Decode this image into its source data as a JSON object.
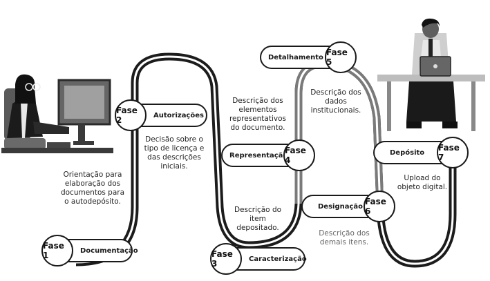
{
  "phases": [
    {
      "id": "1",
      "circle": "Fase 1",
      "label": "Documentação"
    },
    {
      "id": "2",
      "circle": "Fase 2",
      "label": "Autorizações"
    },
    {
      "id": "3",
      "circle": "Fase 3",
      "label": "Caracterização"
    },
    {
      "id": "4",
      "circle": "Fase 4",
      "label": "Representação"
    },
    {
      "id": "5",
      "circle": "Fase 5",
      "label": "Detalhamento"
    },
    {
      "id": "6",
      "circle": "Fase 6",
      "label": "Designação"
    },
    {
      "id": "7",
      "circle": "Fase 7",
      "label": "Depósito"
    }
  ],
  "descriptions": {
    "d1": "Orientação para elaboração dos documentos para o autodepósito.",
    "d2": "Decisão sobre o tipo de licença e das descrições iniciais.",
    "d3": "Descrição do item depositado.",
    "d4": "Descrição dos elementos representativos do documento.",
    "d5": "Descrição dos dados institucionais.",
    "d6": "Descrição dos demais itens.",
    "d7": "Upload do objeto digital."
  },
  "colors": {
    "track": "#1c1c1c",
    "track_light": "#7a7a7a",
    "pill_border": "#1a1a1a",
    "desc_grey": "#666666"
  }
}
